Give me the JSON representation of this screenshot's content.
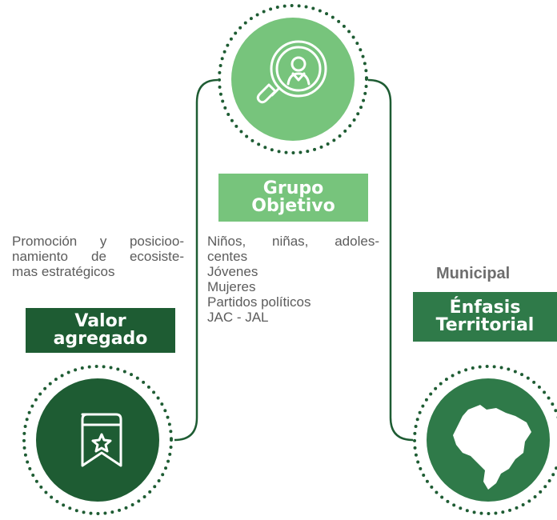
{
  "colors": {
    "light_green": "#77c47c",
    "dark_green": "#1e5c33",
    "mid_green": "#2f7a49",
    "text_gray": "#5c5c5c",
    "label_gray": "#6e6e6e"
  },
  "top_node": {
    "title": "Grupo\nObjetivo",
    "icon": "magnifier-person-icon",
    "items": [
      "Niños, niñas, adoles-",
      "centes",
      "Jóvenes",
      "Mujeres",
      "Partidos políticos",
      "JAC  - JAL"
    ]
  },
  "left_node": {
    "title": "Valor\nagregado",
    "icon": "bookmark-star-icon",
    "description": [
      "Promoción y posicioo-",
      "namiento de ecosiste-",
      "mas estratégicos"
    ]
  },
  "right_node": {
    "title": "Énfasis\nTerritorial",
    "icon": "brazil-map-icon",
    "value": "Municipal"
  }
}
